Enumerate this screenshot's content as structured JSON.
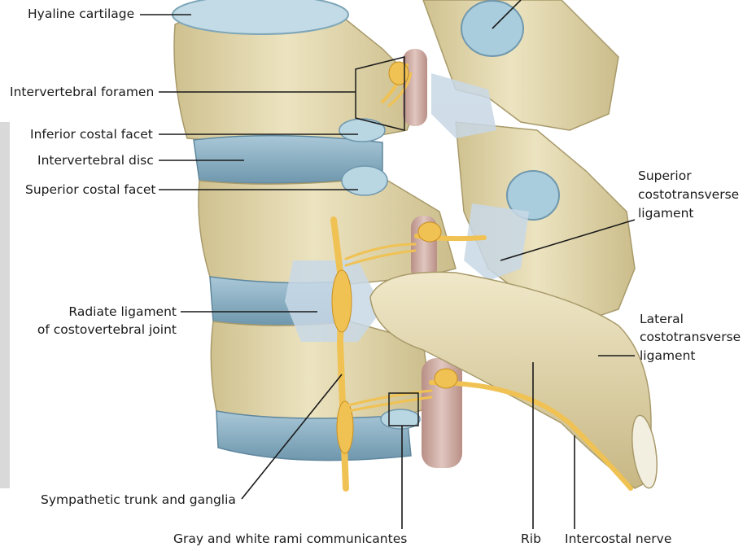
{
  "labels": {
    "hyaline_cartilage": "Hyaline cartilage",
    "intervertebral_foramen": "Intervertebral foramen",
    "inferior_costal_facet": "Inferior costal facet",
    "intervertebral_disc": "Intervertebral disc",
    "superior_costal_facet": "Superior costal facet",
    "radiate_ligament_line1": "Radiate ligament",
    "radiate_ligament_line2": "of costovertebral joint",
    "sympathetic_trunk": "Sympathetic trunk and ganglia",
    "rami_communicantes": "Gray and white rami communicantes",
    "rib": "Rib",
    "intercostal_nerve": "Intercostal nerve",
    "superior_costotransverse_line1": "Superior",
    "superior_costotransverse_line2": "costotransverse",
    "superior_costotransverse_line3": "ligament",
    "lateral_costotransverse_line1": "Lateral",
    "lateral_costotransverse_line2": "costotransverse",
    "lateral_costotransverse_line3": "ligament"
  },
  "colors": {
    "bone": "#e6dcb4",
    "bone_shadow": "#c9bb8a",
    "disc": "#8fb4c8",
    "cartilage": "#b9d6e3",
    "nerve": "#f0c253",
    "nerve_edge": "#c98f1e",
    "ligament": "#c8d8e6",
    "vessel": "#c9a9a0",
    "leader": "#1a1a1a"
  }
}
